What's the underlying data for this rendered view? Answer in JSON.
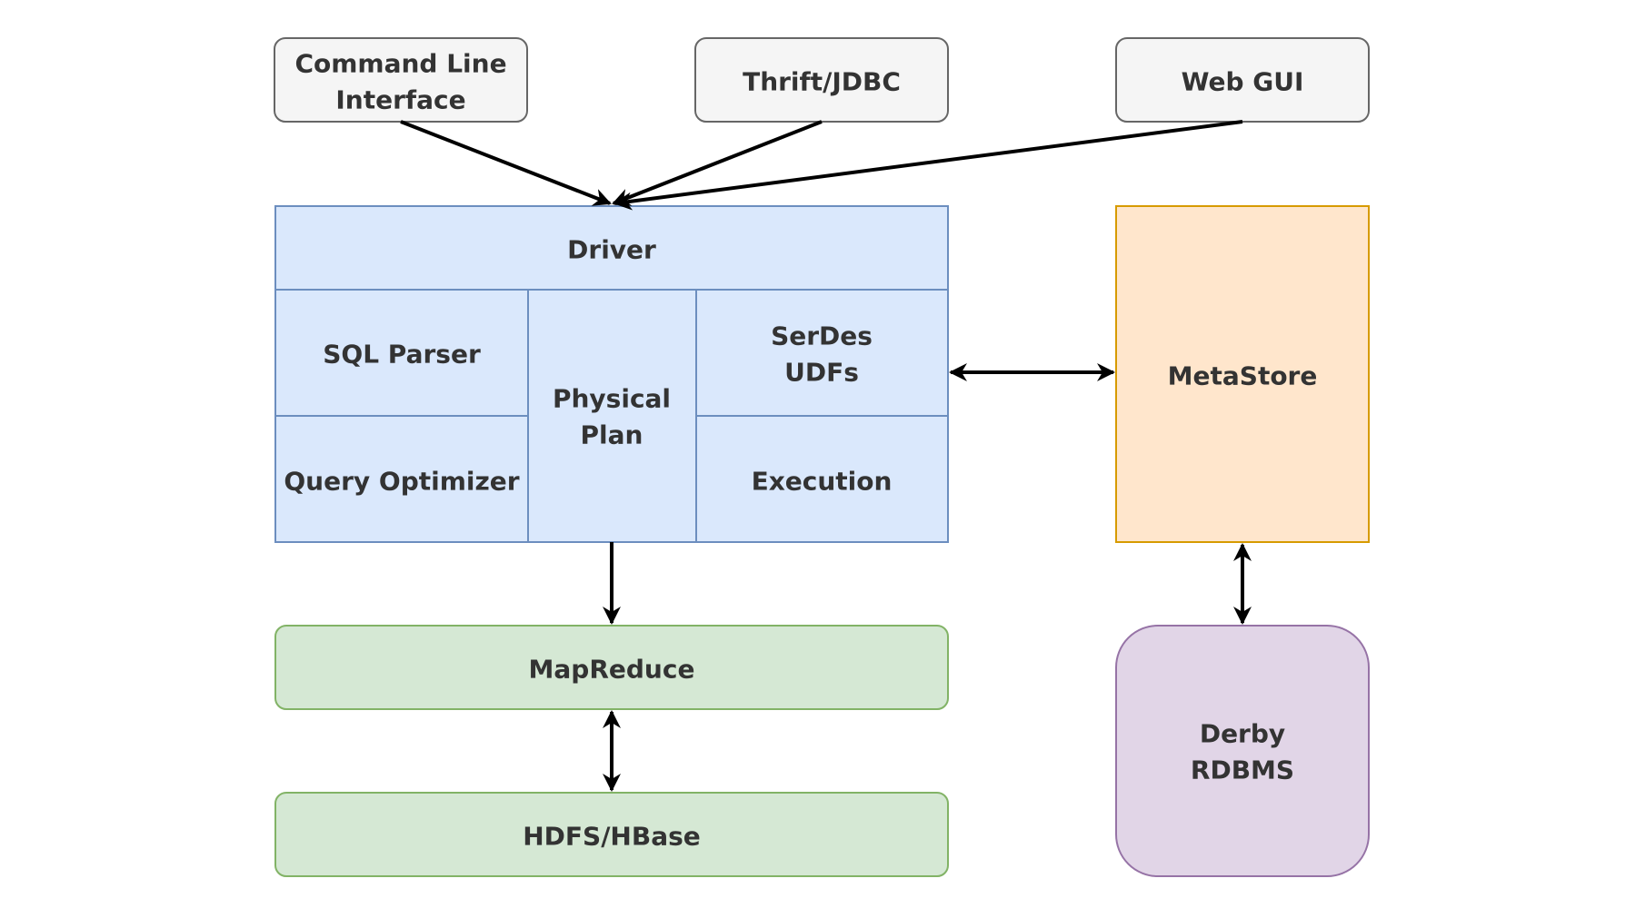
{
  "clients": {
    "cli": [
      "Command Line",
      "Interface"
    ],
    "thrift": "Thrift/JDBC",
    "webgui": "Web GUI"
  },
  "driver": {
    "title": "Driver",
    "sql_parser": "SQL Parser",
    "query_optimizer": "Query Optimizer",
    "physical_plan": [
      "Physical",
      "Plan"
    ],
    "serdes_udfs": [
      "SerDes",
      "UDFs"
    ],
    "execution": "Execution"
  },
  "metastore": "MetaStore",
  "derby": [
    "Derby",
    "RDBMS"
  ],
  "mapreduce": "MapReduce",
  "hdfs": "HDFS/HBase",
  "colors": {
    "client_fill": "#f5f5f5",
    "client_stroke": "#666666",
    "driver_fill": "#dae8fc",
    "driver_stroke": "#6c8ebf",
    "metastore_fill": "#ffe6cc",
    "metastore_stroke": "#d79b00",
    "derby_fill": "#e1d5e7",
    "derby_stroke": "#9673a6",
    "storage_fill": "#d5e8d4",
    "storage_stroke": "#82b366",
    "text": "#333333",
    "edge": "#000000"
  },
  "edges": [
    {
      "from": "cli",
      "to": "driver",
      "direction": "forward"
    },
    {
      "from": "thrift",
      "to": "driver",
      "direction": "forward"
    },
    {
      "from": "webgui",
      "to": "driver",
      "direction": "forward"
    },
    {
      "from": "driver",
      "to": "metastore",
      "direction": "both"
    },
    {
      "from": "metastore",
      "to": "derby",
      "direction": "both"
    },
    {
      "from": "driver",
      "to": "mapreduce",
      "direction": "forward"
    },
    {
      "from": "mapreduce",
      "to": "hdfs",
      "direction": "both"
    }
  ]
}
